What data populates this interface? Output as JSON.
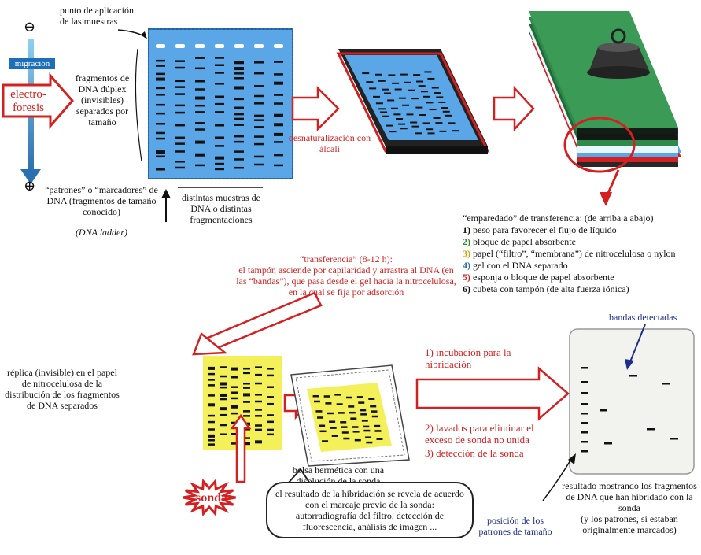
{
  "colors": {
    "red": "#d42020",
    "gel_blue": "#5aa6e6",
    "green": "#2f8a4a",
    "yellow": "#f4f05a",
    "navy": "#1d2f8a"
  },
  "gel": {
    "application_point": "punto de aplicación de las muestras",
    "duplex_fragments": "fragmentos de DNA dúplex (invisibles) separados por tamaño",
    "markers": "“patrones” o “marcadores” de DNA (fragmentos de tamaño conocido)",
    "ladder": "(DNA ladder)",
    "samples": "distintas muestras de DNA o distintas fragmentaciones"
  },
  "electrophoresis": {
    "minus": "⊖",
    "plus": "⊕",
    "migration": "migración",
    "label": "electro-foresis"
  },
  "denaturation": "desnaturalización con álcali",
  "sandwich": {
    "title": "“emparedado” de transferencia: (de arriba a abajo)",
    "items": [
      {
        "num": "1)",
        "text": "peso para favorecer el flujo de líquido"
      },
      {
        "num": "2)",
        "text": "bloque de papel absorbente"
      },
      {
        "num": "3)",
        "text": "papel (“filtro”, “membrana”) de nitrocelulosa o nylon"
      },
      {
        "num": "4)",
        "text": "gel con el DNA separado"
      },
      {
        "num": "5)",
        "text": "esponja o bloque de papel absorbente"
      },
      {
        "num": "6)",
        "text": "cubeta con tampón (de alta fuerza iónica)"
      }
    ]
  },
  "transfer": {
    "title": "“transferencia” (8-12 h):",
    "desc": "el tampón asciende por capilaridad y arrastra al DNA (en las “bandas”), que pasa desde el gel hacia la nitrocelulosa, en la cual se fija por adsorción"
  },
  "replica": "réplica (invisible) en el papel de nitrocelulosa de la distribución de los fragmentos de DNA separados",
  "probe": "sonda",
  "bag": "bolsa hermética con una disolución de la sonda",
  "steps": {
    "s1": "1) incubación para la hibridación",
    "s2": "2) lavados para eliminar el exceso de sonda no unida",
    "s3": "3) detección de la sonda"
  },
  "bubble": "el resultado de la hibridación se revela de acuerdo con el marcaje previo de la sonda: autorradiografía del filtro, detección de fluorescencia, análisis de imagen ...",
  "result": {
    "detected_bands": "bandas detectadas",
    "marker_position": "posición de los patrones de tamaño",
    "caption": "resultado mostrando los fragmentos de DNA que han hibridado con la sonda",
    "caption2": "(y los patrones, si estaban originalmente marcados)"
  }
}
